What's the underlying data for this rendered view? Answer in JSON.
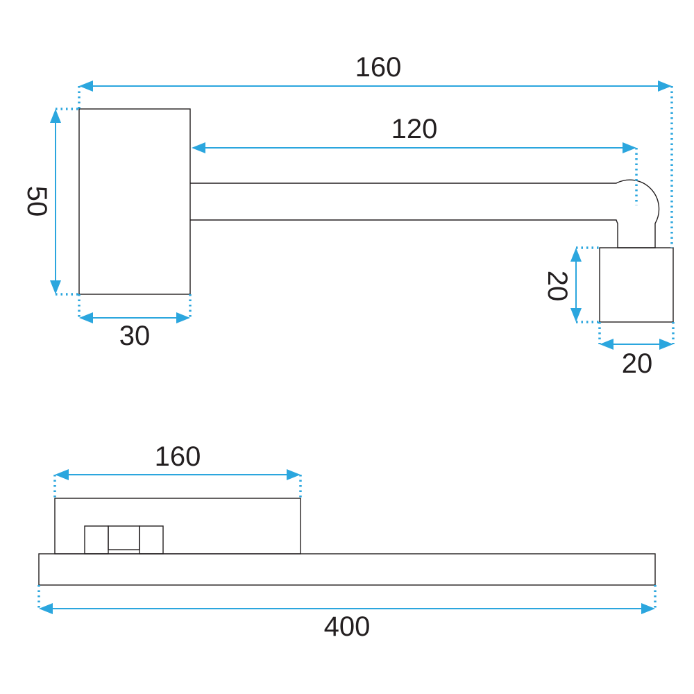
{
  "diagram": {
    "side_view": {
      "overall_length": "160",
      "arm_length": "120",
      "base_height": "50",
      "base_width": "30",
      "head_height": "20",
      "head_width": "20"
    },
    "top_view": {
      "base_plate_length": "160",
      "lamp_length": "400"
    },
    "colors": {
      "dimension_lines": "#2ba6de",
      "outline": "#231f20"
    }
  }
}
